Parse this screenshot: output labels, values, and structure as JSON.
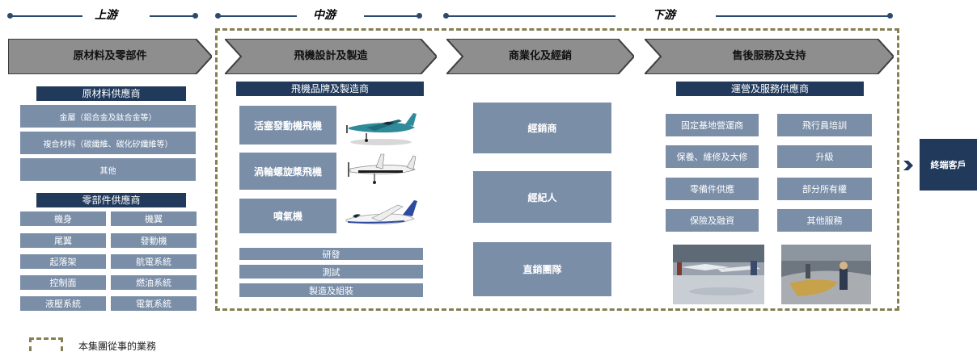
{
  "header": {
    "upstream": "上游",
    "midstream": "中游",
    "downstream": "下游"
  },
  "stages": {
    "raw": "原材料及零部件",
    "design": "飛機設計及製造",
    "sales": "商業化及經銷",
    "after": "售後服務及支持"
  },
  "upstream": {
    "raw_title": "原材料供應商",
    "raw_items": [
      "金屬（鋁合金及鈦合金等）",
      "複合材料（碳纖維、碳化矽纖維等）",
      "其他"
    ],
    "parts_title": "零部件供應商",
    "parts": [
      "機身",
      "機翼",
      "尾翼",
      "發動機",
      "起落架",
      "航電系統",
      "控制面",
      "燃油系統",
      "液壓系統",
      "電氣系統"
    ]
  },
  "midstream": {
    "brand_title": "飛機品牌及製造商",
    "types": [
      "活塞發動機飛機",
      "渦輪螺旋槳飛機",
      "噴氣機"
    ],
    "steps": [
      "研發",
      "測試",
      "製造及組裝"
    ]
  },
  "sales": {
    "items": [
      "經銷商",
      "經紀人",
      "直銷團隊"
    ]
  },
  "after": {
    "title": "運營及服務供應商",
    "items": [
      "固定基地營運商",
      "飛行員培訓",
      "保養、維修及大修",
      "升級",
      "零備件供應",
      "部分所有權",
      "保險及融資",
      "其他服務"
    ]
  },
  "end_customer": "終端客戶",
  "legend": "本集團從事的業務",
  "colors": {
    "dark_navy": "#213a5c",
    "box_blue": "#7a8ea8",
    "dashed_olive": "#857f53",
    "stage_gray": "#8e8e8e"
  }
}
